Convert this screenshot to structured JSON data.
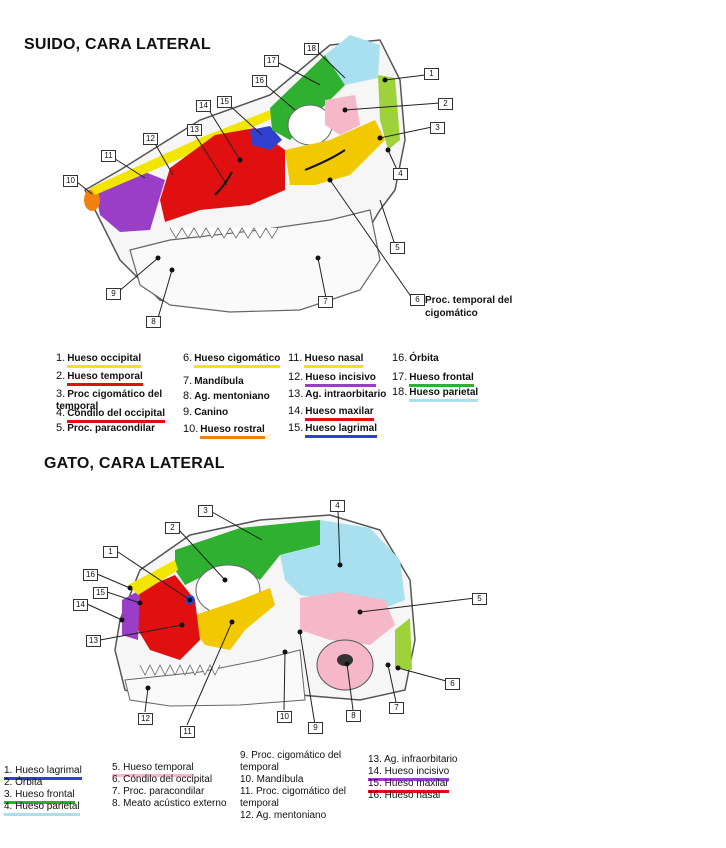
{
  "pig": {
    "title": "SUIDO, CARA LATERAL",
    "box_labels": [
      "1",
      "2",
      "3",
      "4",
      "5",
      "6",
      "7",
      "8",
      "9",
      "10",
      "11",
      "12",
      "13",
      "14",
      "15",
      "16",
      "17",
      "18"
    ],
    "extra_label": "Proc. temporal del cigomático",
    "legend": [
      {
        "n": "1.",
        "text": "Hueso occipital",
        "color": "#f2e600"
      },
      {
        "n": "2.",
        "text": "Hueso temporal",
        "color": "#e01010"
      },
      {
        "n": "3.",
        "text": "Proc cigomático del temporal",
        "color": ""
      },
      {
        "n": "4.",
        "text": "Cóndilo del occipital",
        "color": "#e01010"
      },
      {
        "n": "5.",
        "text": "Proc. paracondilar",
        "color": ""
      },
      {
        "n": "6.",
        "text": "Hueso cigomático",
        "color": "#f2e600"
      },
      {
        "n": "7.",
        "text": "Mandíbula",
        "color": ""
      },
      {
        "n": "8.",
        "text": "Ag. mentoniano",
        "color": ""
      },
      {
        "n": "9.",
        "text": "Canino",
        "color": ""
      },
      {
        "n": "10.",
        "text": "Hueso rostral",
        "color": "#f08010"
      },
      {
        "n": "11.",
        "text": "Hueso nasal",
        "color": "#f2e600"
      },
      {
        "n": "12.",
        "text": "Hueso incisivo",
        "color": "#9a3ec8"
      },
      {
        "n": "13.",
        "text": "Ag. intraorbitario",
        "color": ""
      },
      {
        "n": "14.",
        "text": "Hueso maxilar",
        "color": "#e01010"
      },
      {
        "n": "15.",
        "text": "Hueso lagrimal",
        "color": "#3040d0"
      },
      {
        "n": "16.",
        "text": "Órbita",
        "color": ""
      },
      {
        "n": "17.",
        "text": "Hueso frontal",
        "color": "#30b030"
      },
      {
        "n": "18.",
        "text": "Hueso parietal",
        "color": "#a8e0f0"
      }
    ]
  },
  "cat": {
    "title": "GATO, CARA LATERAL",
    "box_labels": [
      "1",
      "2",
      "3",
      "4",
      "5",
      "6",
      "7",
      "8",
      "9",
      "10",
      "11",
      "12",
      "13",
      "14",
      "15",
      "16"
    ],
    "legend": [
      {
        "text": "1. Hueso lagrimal",
        "color": "#3040d0"
      },
      {
        "text": "2. Órbita",
        "color": ""
      },
      {
        "text": "3. Hueso frontal",
        "color": "#30b030"
      },
      {
        "text": "4. Hueso parietal",
        "color": "#a8e0f0"
      },
      {
        "text": "5. Hueso temporal",
        "color": "#f4b8c8"
      },
      {
        "text": "6. Cóndilo del occipital",
        "color": ""
      },
      {
        "text": "7. Proc. paracondilar",
        "color": ""
      },
      {
        "text": "8. Meato acústico externo",
        "color": ""
      },
      {
        "text": "9. Proc. cigomático del temporal",
        "color": ""
      },
      {
        "text": "10. Mandíbula",
        "color": ""
      },
      {
        "text": "11. Proc. cigomático del temporal",
        "color": ""
      },
      {
        "text": "12. Ag. mentoniano",
        "color": ""
      },
      {
        "text": "13. Ag. infraorbitario",
        "color": ""
      },
      {
        "text": "14. Hueso incisivo",
        "color": "#9a3ec8"
      },
      {
        "text": "15. Hueso maxilar",
        "color": "#e01010"
      },
      {
        "text": "16. Hueso nasal",
        "color": ""
      }
    ]
  }
}
